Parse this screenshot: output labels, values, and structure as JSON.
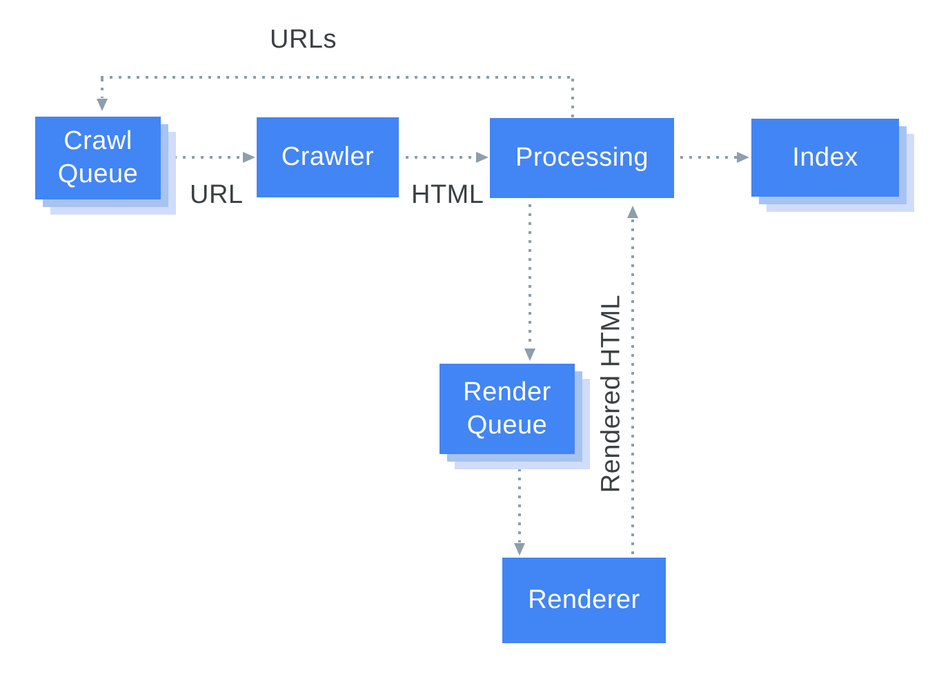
{
  "diagram": {
    "type": "flowchart",
    "nodes": [
      {
        "id": "crawl-queue",
        "label": "Crawl Queue",
        "shadowed": true
      },
      {
        "id": "crawler",
        "label": "Crawler",
        "shadowed": false
      },
      {
        "id": "processing",
        "label": "Processing",
        "shadowed": false
      },
      {
        "id": "index",
        "label": "Index",
        "shadowed": true
      },
      {
        "id": "render-queue",
        "label": "Render Queue",
        "shadowed": true
      },
      {
        "id": "renderer",
        "label": "Renderer",
        "shadowed": false
      }
    ],
    "edges": [
      {
        "from": "processing",
        "to": "crawl-queue",
        "label": "URLs",
        "style": "dotted"
      },
      {
        "from": "crawl-queue",
        "to": "crawler",
        "label": "URL",
        "style": "dotted"
      },
      {
        "from": "crawler",
        "to": "processing",
        "label": "HTML",
        "style": "dotted"
      },
      {
        "from": "processing",
        "to": "index",
        "label": "",
        "style": "dotted"
      },
      {
        "from": "processing",
        "to": "render-queue",
        "label": "",
        "style": "dotted"
      },
      {
        "from": "render-queue",
        "to": "renderer",
        "label": "",
        "style": "dotted"
      },
      {
        "from": "renderer",
        "to": "processing",
        "label": "Rendered HTML",
        "style": "dotted"
      }
    ],
    "edge_labels": {
      "urls": "URLs",
      "url": "URL",
      "html": "HTML",
      "rendered_html": "Rendered HTML"
    },
    "colors": {
      "node-fill": "#4285F4",
      "node-text": "#FFFFFF",
      "shadow-inner": "#A8C3F0",
      "shadow-outer": "#CFDDF9",
      "dots": "#8C9FAB",
      "arrow": "#8C9FAB",
      "label-text": "#3C4043",
      "background": "#FFFFFF"
    }
  }
}
